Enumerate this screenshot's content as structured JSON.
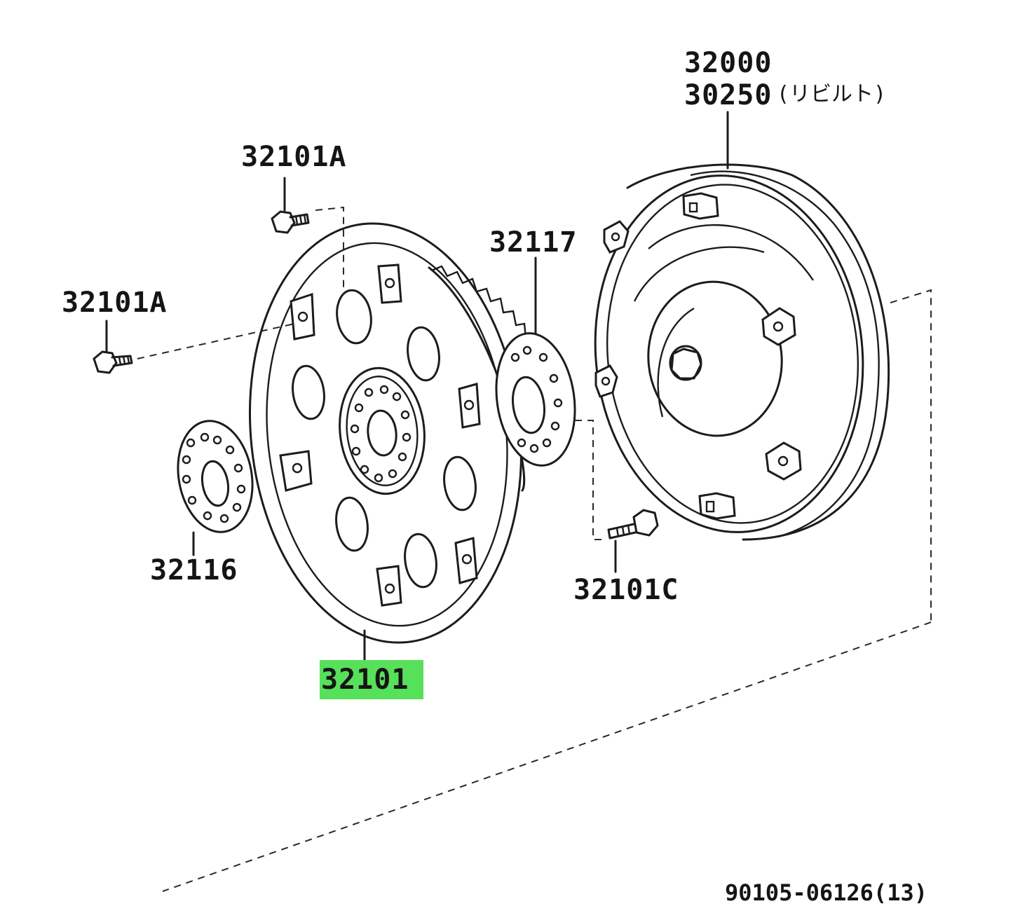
{
  "labels": {
    "torque_converter_no": "32000",
    "torque_converter_rebuilt_no": "30250",
    "torque_converter_rebuilt_note": "(リビルト)",
    "bolt_upper": "32101A",
    "bolt_left": "32101A",
    "spacer_front": "32117",
    "spacer_rear": "32116",
    "drive_plate": "32101",
    "bolt_converter": "32101C",
    "figure_code": "90105-06126(13)"
  },
  "highlight": {
    "part": "32101",
    "color": "#57e05a"
  },
  "colors": {
    "line": "#1c1c1c",
    "dashed": "#2a2a2a",
    "background": "#ffffff"
  }
}
